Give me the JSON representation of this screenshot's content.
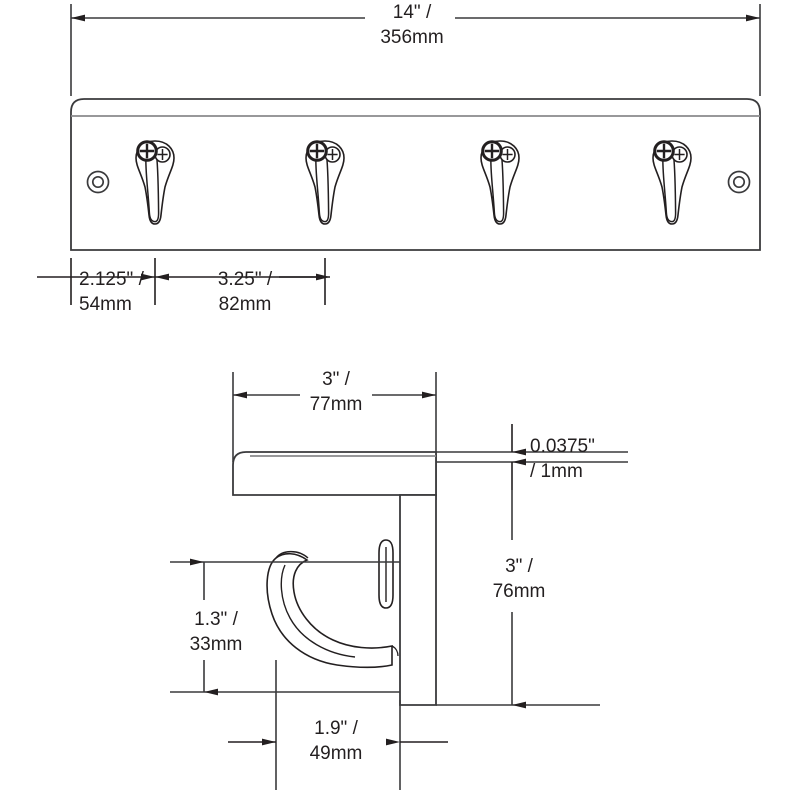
{
  "drawing": {
    "title": "Wall Mounted 4-Hook Rail Dimensional Drawing",
    "line_color": "#3a3a3c",
    "text_color": "#231f20",
    "background_color": "#ffffff",
    "views": {
      "front": {
        "name": "front-elevation"
      },
      "side": {
        "name": "side-section"
      }
    }
  },
  "dimensions": {
    "overall_length": {
      "imperial": "14\" /",
      "metric": "356mm"
    },
    "end_to_first_hook": {
      "imperial": "2.125\" /",
      "metric": "54mm"
    },
    "hook_spacing": {
      "imperial": "3.25\" /",
      "metric": "82mm"
    },
    "side_depth": {
      "imperial": "3\" /",
      "metric": "77mm"
    },
    "material_thickness": {
      "imperial": "0.0375\"",
      "metric": "/ 1mm"
    },
    "side_height": {
      "imperial": "3\" /",
      "metric": "76mm"
    },
    "hook_drop": {
      "imperial": "1.3\" /",
      "metric": "33mm"
    },
    "hook_projection": {
      "imperial": "1.9\" /",
      "metric": "49mm"
    }
  },
  "components": {
    "mounting_hole": "mounting-hole",
    "hook": "coat-hook",
    "screw": "phillips-screw-head",
    "backplate": "back-plate",
    "shelf": "top-shelf"
  }
}
